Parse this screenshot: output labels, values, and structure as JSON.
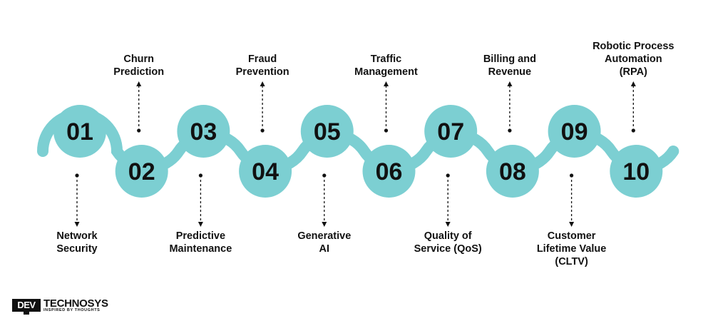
{
  "colors": {
    "accent": "#7ccfd2",
    "text": "#111111",
    "background": "#ffffff"
  },
  "steps": [
    {
      "number": "01",
      "label": "Network\nSecurity",
      "position": "bottom"
    },
    {
      "number": "02",
      "label": "Churn\nPrediction",
      "position": "top"
    },
    {
      "number": "03",
      "label": "Predictive\nMaintenance",
      "position": "bottom"
    },
    {
      "number": "04",
      "label": "Fraud\nPrevention",
      "position": "top"
    },
    {
      "number": "05",
      "label": "Generative\nAI",
      "position": "bottom"
    },
    {
      "number": "06",
      "label": "Traffic\nManagement",
      "position": "top"
    },
    {
      "number": "07",
      "label": "Quality of\nService (QoS)",
      "position": "bottom"
    },
    {
      "number": "08",
      "label": "Billing and\nRevenue",
      "position": "top"
    },
    {
      "number": "09",
      "label": "Customer\nLifetime Value\n(CLTV)",
      "position": "bottom"
    },
    {
      "number": "10",
      "label": "Robotic Process\nAutomation\n(RPA)",
      "position": "top"
    }
  ],
  "logo": {
    "box_text": "DEV",
    "word": "TECHNOSYS",
    "tagline": "INSPIRED BY THOUGHTS"
  }
}
